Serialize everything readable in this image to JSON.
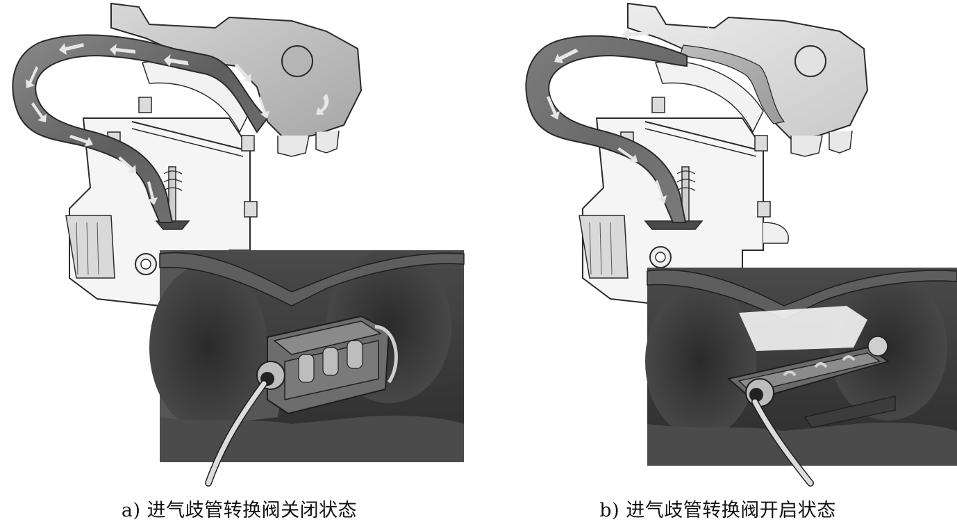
{
  "figure": {
    "panels": [
      {
        "id": "a",
        "caption": "a) 进气歧管转换阀关闭状态",
        "valve_state": "closed",
        "airflow_path": "long-runner"
      },
      {
        "id": "b",
        "caption": "b) 进气歧管转换阀开启状态",
        "valve_state": "open",
        "airflow_path": "short-runner"
      }
    ],
    "colors": {
      "runner_dark": "#6f6f6f",
      "runner_light": "#bdbdbd",
      "outline": "#2a2a2a",
      "engine_fill": "#f4f4f4",
      "inset_dark": "#3a3a3a",
      "inset_mid": "#595959",
      "arrow": "#e6e6e6"
    },
    "icons": [
      "airflow-arrow-icon",
      "valve-flap-icon",
      "actuator-cable-icon"
    ]
  }
}
